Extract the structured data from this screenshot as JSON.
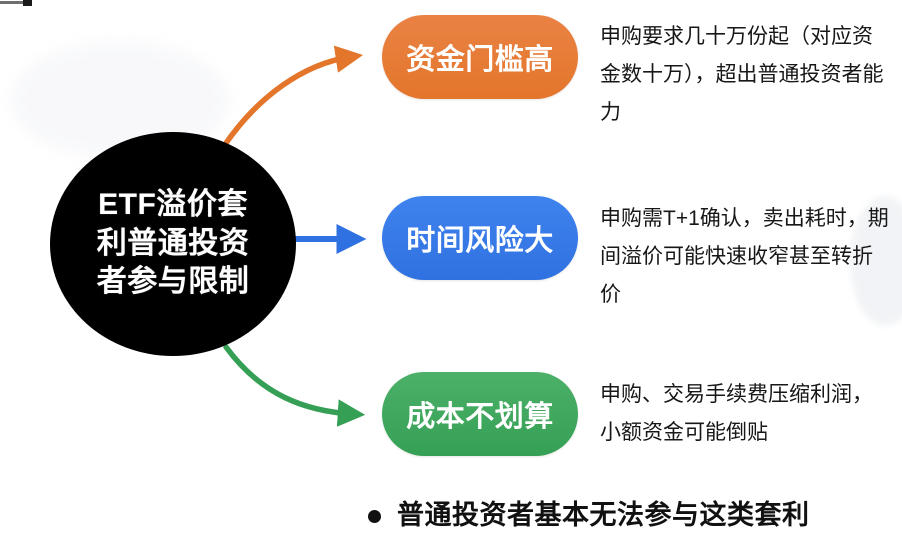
{
  "diagram": {
    "hub": {
      "label": "ETF溢价套利普通投资者参与限制",
      "color": "#000000",
      "text_color": "#ffffff"
    },
    "branches": [
      {
        "pill_label": "资金门槛高",
        "pill_color": "#e3762b",
        "arrow_color": "#e3762b",
        "arrow_style": "curved-up",
        "description": "申购要求几十万份起（对应资金数十万），超出普通投资者能力"
      },
      {
        "pill_label": "时间风险大",
        "pill_color": "#2f71e0",
        "arrow_color": "#2f71e0",
        "arrow_style": "straight",
        "description": "申购需T+1确认，卖出耗时，期间溢价可能快速收窄甚至转折价"
      },
      {
        "pill_label": "成本不划算",
        "pill_color": "#35a055",
        "arrow_color": "#35a055",
        "arrow_style": "curved-down",
        "description": "申购、交易手续费压缩利润，小额资金可能倒贴"
      }
    ],
    "conclusion": {
      "bullet": "•",
      "text": "普通投资者基本无法参与这类套利",
      "color": "#111111"
    }
  }
}
